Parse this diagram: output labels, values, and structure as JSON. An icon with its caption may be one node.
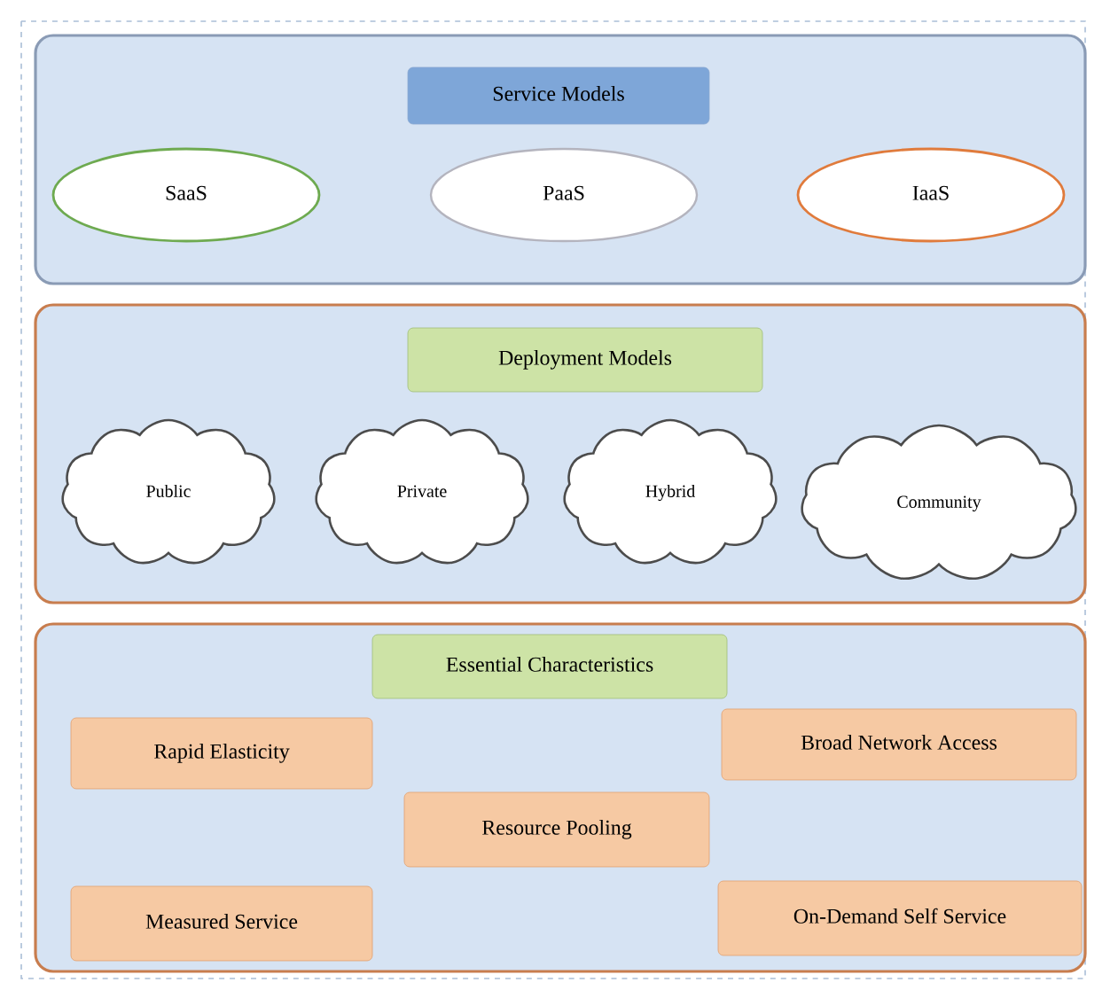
{
  "diagram": {
    "nodes": [
      {
        "text": [],
        "shape": "box"
      },
      {
        "text": [
          "Service Models"
        ],
        "in": 0
      },
      {
        "text": [
          "SaaS"
        ],
        "in": 0
      },
      {
        "text": [
          "PaaS"
        ],
        "in": 0
      },
      {
        "text": [
          "IaaS"
        ],
        "in": 0
      },
      {
        "text": [],
        "shape": "box"
      },
      {
        "text": [
          "Deployment Models"
        ],
        "in": 5
      },
      {
        "text": [
          "Public"
        ],
        "in": 5
      },
      {
        "text": [
          "Private"
        ],
        "in": 5
      },
      {
        "text": [
          "Hybrid"
        ],
        "in": 5
      },
      {
        "text": [
          "Community"
        ],
        "in": 5
      },
      {
        "text": [],
        "shape": "box"
      },
      {
        "text": [
          "Essential Characteristics"
        ],
        "in": 11
      },
      {
        "text": [
          "Rapid Elasticity"
        ],
        "in": 11
      },
      {
        "text": [
          "Broad Network Access"
        ],
        "in": 11
      },
      {
        "text": [
          "Resource Pooling"
        ],
        "in": 11
      },
      {
        "text": [
          "Measured Service"
        ],
        "in": 11
      },
      {
        "text": [
          "On-Demand Self Service"
        ],
        "in": 11
      }
    ],
    "edges": []
  }
}
